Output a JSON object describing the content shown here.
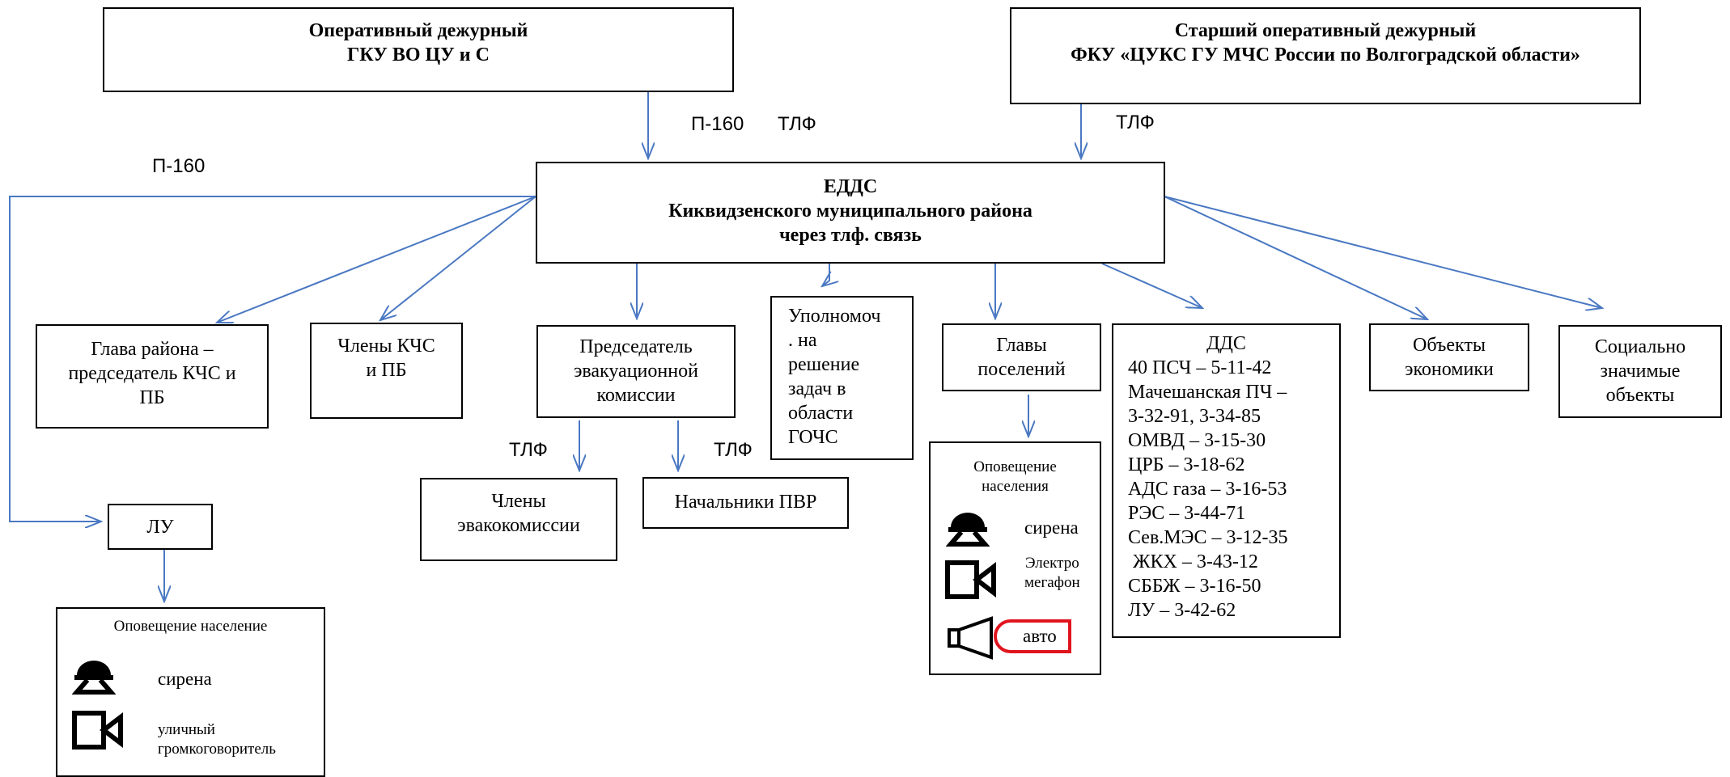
{
  "boxes": {
    "top_left": [
      "Оперативный дежурный",
      "ГКУ ВО  ЦУ и С"
    ],
    "top_right": [
      "Старший оперативный дежурный",
      "ФКУ «ЦУКС ГУ МЧС России по  Волгоградской области»"
    ],
    "edds": [
      "ЕДДС",
      "Киквидзенского муниципального района",
      "через тлф. связь"
    ],
    "head_district": [
      "Глава района –",
      "председатель КЧС и",
      "ПБ"
    ],
    "kchs_members": [
      "Члены КЧС",
      "и ПБ"
    ],
    "evac_chair": [
      "Председатель",
      "эвакуационной",
      "комиссии"
    ],
    "authorized": [
      "Уполномоч",
      ". на",
      "решение",
      "задач в",
      "области",
      "ГОЧС"
    ],
    "settlement_heads": [
      "Главы",
      "поселений"
    ],
    "dds": [
      "ДДС",
      "40 ПСЧ – 5-11-42",
      "Мачешанская  ПЧ –",
      "3-32-91, 3-34-85",
      "ОМВД – 3-15-30",
      "ЦРБ – 3-18-62",
      "АДС газа – 3-16-53",
      "РЭС – 3-44-71",
      "Сев.МЭС – 3-12-35",
      " ЖКХ – 3-43-12",
      "СББЖ – 3-16-50",
      "ЛУ – 3-42-62"
    ],
    "economy": [
      "Объекты",
      "экономики"
    ],
    "social": [
      "Социально",
      "значимые",
      "объекты"
    ],
    "evac_members": [
      "Члены",
      "эвакокомиссии"
    ],
    "pvr_heads": [
      "Начальники ПВР"
    ],
    "lu": [
      "ЛУ"
    ]
  },
  "labels": {
    "p160_top": "П-160",
    "tlf_top": "ТЛФ",
    "tlf_right": "ТЛФ",
    "p160_left": "П-160",
    "tlf_evac_left": "ТЛФ",
    "tlf_evac_right": "ТЛФ"
  },
  "alert_settlements": {
    "title": [
      "Оповещение",
      "населения"
    ],
    "siren": "сирена",
    "megaphone": [
      "Электро",
      "мегафон"
    ],
    "auto": "авто"
  },
  "alert_lu": {
    "title": "Оповещение население",
    "siren": "сирена",
    "speaker": [
      "уличный",
      "громкоговоритель"
    ]
  },
  "colors": {
    "arrow": "#4a78c2",
    "auto_border": "#e0141e"
  }
}
